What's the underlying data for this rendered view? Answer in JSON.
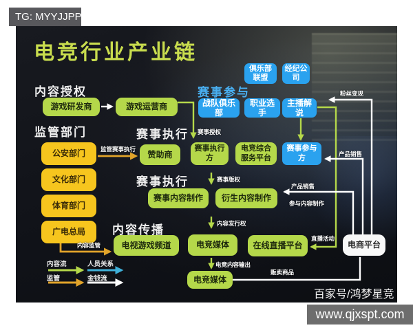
{
  "overlay": {
    "tg_badge": "TG: MYYJJPP",
    "baijiahao": "百家号/鸿梦星竞",
    "site": "www.qjxspt.com"
  },
  "title": "电竞行业产业链",
  "headings": {
    "content_license": "内容授权",
    "regulators": "监管部门",
    "event_participation": "赛事参与",
    "event_execution_1": "赛事执行",
    "event_execution_2": "赛事执行",
    "content_distribution": "内容传播"
  },
  "nodes": {
    "game_developer": "游戏研发商",
    "game_operator": "游戏运营商",
    "police": "公安部门",
    "culture": "文化部门",
    "sports": "体育部门",
    "broadcast_admin": "广电总局",
    "club_alliance": "俱乐部联盟",
    "agency": "经纪公司",
    "team_club": "战队俱乐部",
    "pro_player": "职业选手",
    "streamer_caster": "主播解说",
    "sponsor": "赞助商",
    "event_executor": "赛事执行方",
    "esports_service_platform": "电竞综合服务平台",
    "event_participant": "赛事参与方",
    "event_content_production": "赛事内容制作",
    "derivative_content_production": "衍生内容制作",
    "tv_game_channel": "电视游戏频道",
    "esports_media": "电竞媒体",
    "online_live_platform": "在线直播平台",
    "esports_media_2": "电竞媒体",
    "ecommerce_platform": "电商平台"
  },
  "edge_labels": {
    "regulate_event_execution": "监管赛事执行",
    "event_authorization": "赛事授权",
    "event_copyright": "赛事版权",
    "content_distribution_right": "内容发行权",
    "esports_content_output": "电竞内容输出",
    "content_regulation": "内容监管",
    "fan_monetization": "粉丝变现",
    "product_sales_upper": "产品销售",
    "product_sales_lower": "产品销售",
    "participate_content_production": "参与内容制作",
    "live_activity": "直播活动",
    "sell_goods": "贩卖商品"
  },
  "legend": [
    {
      "label": "内容流",
      "color": "#b5d84a"
    },
    {
      "label": "人员关系",
      "color": "#3fb0d8"
    },
    {
      "label": "监管",
      "color": "#e2a42a"
    },
    {
      "label": "金钱流",
      "color": "#ffffff"
    }
  ],
  "colors": {
    "node_green": "#b5d84a",
    "node_yellow": "#f6c51e",
    "node_blue": "#2aa2ef",
    "node_white": "#f8f8f8",
    "title_green": "#c9dd4e",
    "heading_blue": "#49b0f2",
    "arrow_orange": "#e2a42a",
    "arrow_cyan": "#3fb0d8",
    "badge_gray": "#58585c",
    "site_gray": "#6d6d6d"
  }
}
